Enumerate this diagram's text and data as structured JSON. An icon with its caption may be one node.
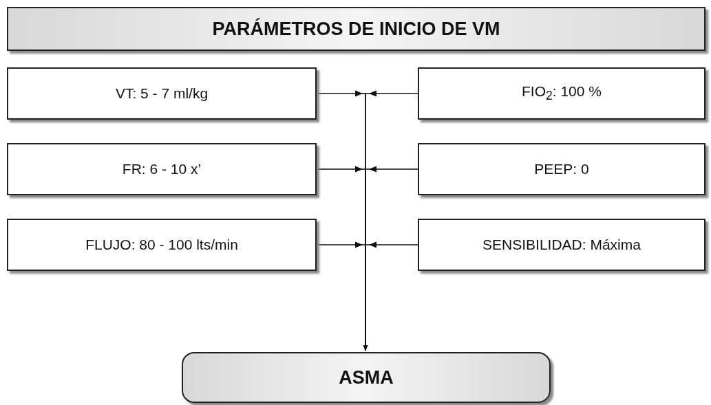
{
  "diagram": {
    "nodes": [
      {
        "text": [
          "PARÁMETROS DE INICIO DE VM"
        ]
      },
      {
        "text": [
          "VT: 5 - 7 ml/kg"
        ]
      },
      {
        "text": [
          "FIO$_{2}$: 100 %"
        ]
      },
      {
        "text": [
          "FR: 6 - 10 x’"
        ]
      },
      {
        "text": [
          "PEEP: 0"
        ]
      },
      {
        "text": [
          "FLUJO: 80 - 100 lts/min"
        ]
      },
      {
        "text": [
          "SENSIBILIDAD: Máxima"
        ]
      },
      {
        "text": [
          "ASMA"
        ]
      }
    ],
    "edges": [
      {
        "from": 1,
        "to": 7,
        "arrow": "to"
      },
      {
        "from": 2,
        "to": 7,
        "arrow": "to"
      },
      {
        "from": 3,
        "to": 7,
        "arrow": "to"
      },
      {
        "from": 4,
        "to": 7,
        "arrow": "to"
      },
      {
        "from": 5,
        "to": 7,
        "arrow": "to"
      },
      {
        "from": 6,
        "to": 7,
        "arrow": "to"
      }
    ]
  }
}
